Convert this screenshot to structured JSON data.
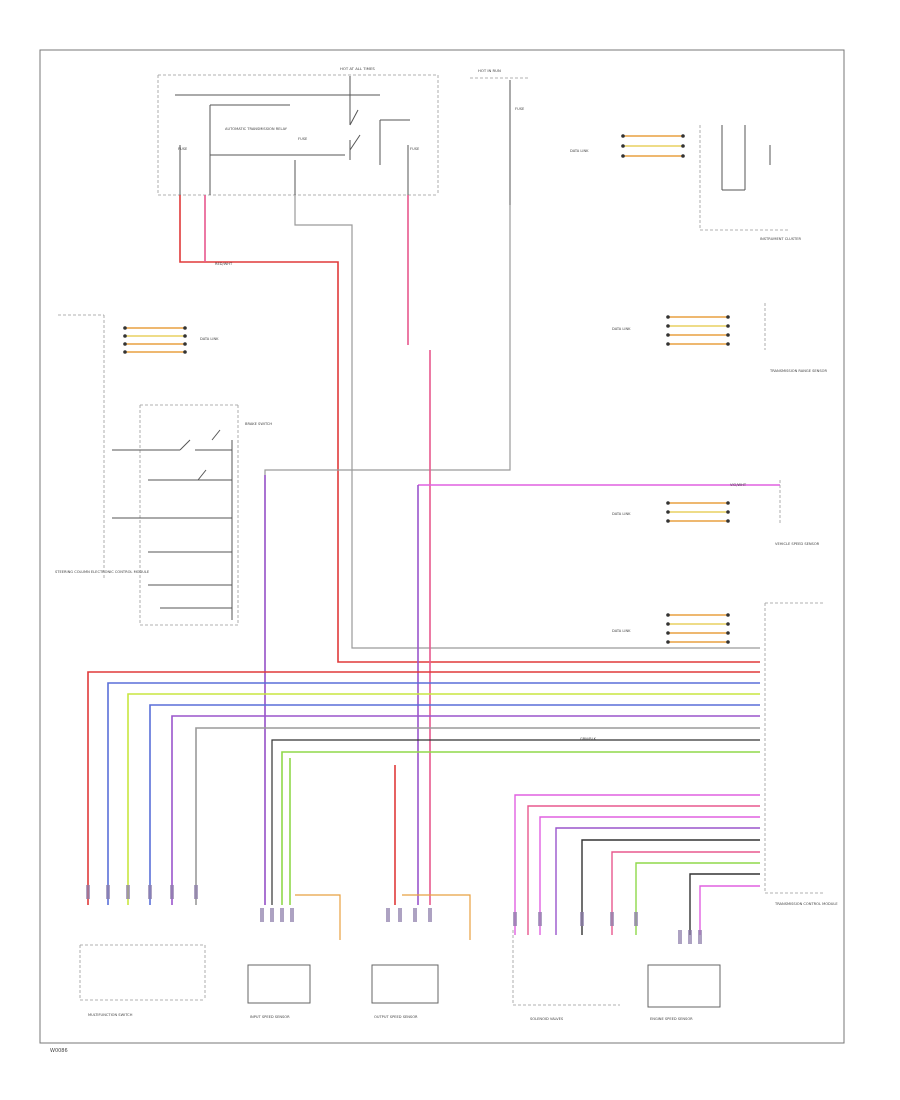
{
  "page": {
    "footer_code": "W0086"
  },
  "colors": {
    "red": "#e03a3a",
    "pink": "#e8588e",
    "magenta": "#e060e0",
    "violet": "#9a55cc",
    "blue": "#5a6fd8",
    "green": "#8fd84a",
    "lime": "#c8e640",
    "gray": "#9a9a9a",
    "black": "#333333",
    "orange": "#e8a040",
    "yellow": "#e8d060"
  },
  "labels": {
    "hot_at_all_times": "HOT AT ALL TIMES",
    "hot_in_run": "HOT IN RUN",
    "fuse_a": "FUSE",
    "fuse_b": "FUSE",
    "fuse_c": "FUSE",
    "fuse_d": "FUSE",
    "relay_label": "AUTOMATIC TRANSMISSION RELAY",
    "instrument_cluster": "INSTRUMENT CLUSTER",
    "transmission_range": "TRANSMISSION RANGE SENSOR",
    "brake_switch": "BRAKE SWITCH",
    "steering_module": "STEERING COLUMN ELECTRONIC CONTROL MODULE",
    "can_a": "DATA LINK",
    "can_b": "DATA LINK",
    "can_c": "DATA LINK",
    "can_d": "DATA LINK",
    "can_e": "DATA LINK",
    "tcm": "TRANSMISSION CONTROL MODULE",
    "vss_top": "VEHICLE SPEED SENSOR",
    "mult_func_sw": "MULTIFUNCTION SWITCH",
    "input_speed": "INPUT SPEED SENSOR",
    "output_speed": "OUTPUT SPEED SENSOR",
    "solenoid_valves": "SOLENOID VALVES",
    "engine_speed": "ENGINE SPEED SENSOR"
  },
  "wire_labels": {
    "red_bus": "RED/WHT",
    "violet_top": "VIO/WHT",
    "tcm_a": "GRN/BLK"
  }
}
